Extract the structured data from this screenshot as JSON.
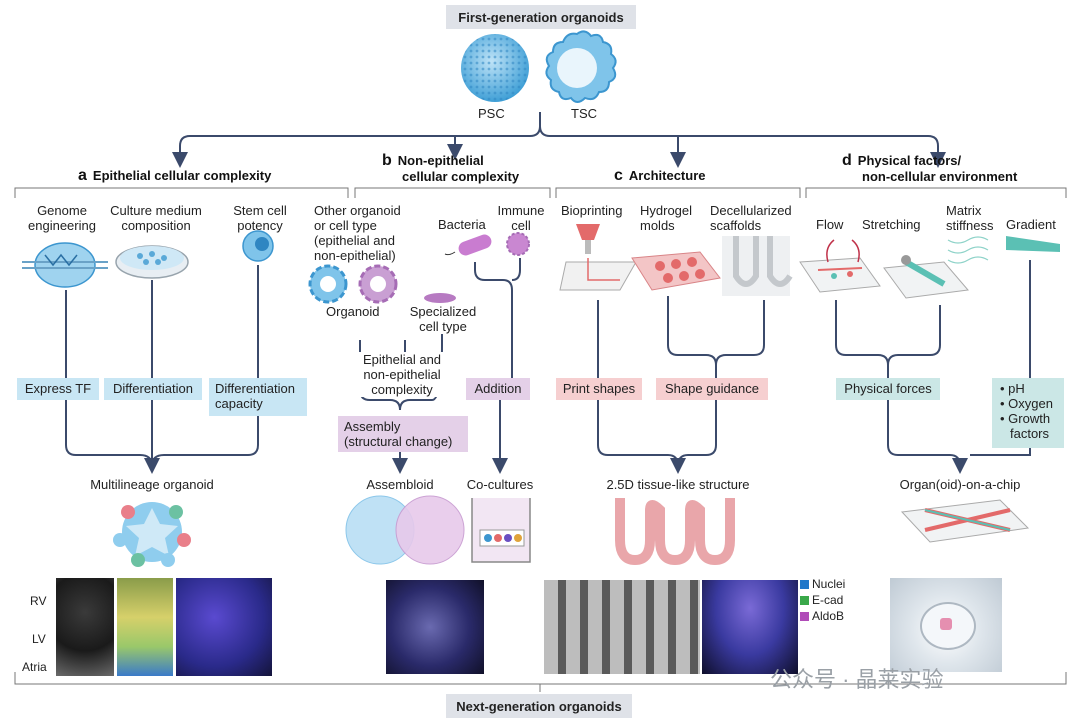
{
  "title_top": "First-generation organoids",
  "title_bottom": "Next-generation organoids",
  "top_cells": [
    "PSC",
    "TSC"
  ],
  "sections": {
    "a": {
      "letter": "a",
      "title": "Epithelial cellular complexity"
    },
    "b": {
      "letter": "b",
      "title_line1": "Non-epithelial",
      "title_line2": "cellular complexity"
    },
    "c": {
      "letter": "c",
      "title": "Architecture"
    },
    "d": {
      "letter": "d",
      "title_line1": "Physical factors/",
      "title_line2": "non-cellular environment"
    }
  },
  "a": {
    "inputs": [
      {
        "line1": "Genome",
        "line2": "engineering"
      },
      {
        "line1": "Culture medium",
        "line2": "composition"
      },
      {
        "line1": "Stem cell",
        "line2": "potency"
      }
    ],
    "boxes": [
      "Express TF",
      "Differentiation",
      "Differentiation",
      "capacity"
    ],
    "output": "Multilineage organoid",
    "photo_labels": [
      "RV",
      "LV",
      "Atria"
    ]
  },
  "b": {
    "other_lines": [
      "Other organoid",
      "or cell type",
      "(epithelial and",
      "non-epithelial)"
    ],
    "bacteria": "Bacteria",
    "immune_line1": "Immune",
    "immune_line2": "cell",
    "organoid": "Organoid",
    "specialized_line1": "Specialized",
    "specialized_line2": "cell type",
    "complexity_lines": [
      "Epithelial and",
      "non-epithelial",
      "complexity"
    ],
    "addition": "Addition",
    "assembly_line1": "Assembly",
    "assembly_line2": "(structural change)",
    "assembloid": "Assembloid",
    "cocultures": "Co-cultures"
  },
  "c": {
    "inputs": [
      {
        "line1": "Bioprinting",
        "line2": ""
      },
      {
        "line1": "Hydrogel",
        "line2": "molds"
      },
      {
        "line1": "Decellularized",
        "line2": "scaffolds"
      }
    ],
    "print": "Print shapes",
    "guidance": "Shape guidance",
    "output": "2.5D tissue-like structure",
    "legend": [
      {
        "label": "Nuclei",
        "color": "#1f77c9"
      },
      {
        "label": "E-cad",
        "color": "#3aa84a"
      },
      {
        "label": "AldoB",
        "color": "#b04cb8"
      }
    ]
  },
  "d": {
    "inputs": [
      {
        "line1": "Flow",
        "line2": ""
      },
      {
        "line1": "Stretching",
        "line2": ""
      },
      {
        "line1": "Matrix",
        "line2": "stiffness"
      },
      {
        "line1": "Gradient",
        "line2": ""
      }
    ],
    "forces": "Physical forces",
    "factors": [
      "pH",
      "Oxygen",
      "Growth",
      "factors"
    ],
    "output": "Organ(oid)-on-a-chip"
  },
  "watermark": "公众号 · 晶莱实验"
}
